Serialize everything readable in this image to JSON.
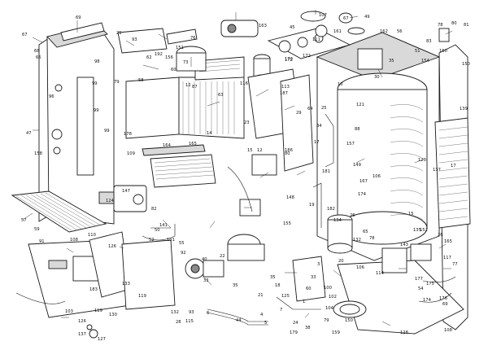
{
  "callouts": [
    "67",
    "68",
    "66",
    "69",
    "47",
    "158",
    "57",
    "59",
    "96",
    "99",
    "99",
    "99",
    "98",
    "79",
    "21",
    "93",
    "192",
    "76",
    "163",
    "45",
    "107",
    "67",
    "49",
    "78",
    "80",
    "81",
    "83",
    "56",
    "162",
    "161",
    "51",
    "160",
    "172",
    "58",
    "73",
    "12",
    "23",
    "116",
    "113",
    "111",
    "170",
    "172",
    "35",
    "154",
    "150",
    "151",
    "156",
    "60",
    "62",
    "87",
    "63",
    "178",
    "109",
    "164",
    "165",
    "14",
    "15",
    "12",
    "186",
    "187",
    "64",
    "25",
    "29",
    "34",
    "10",
    "30",
    "121",
    "120",
    "139",
    "137",
    "106",
    "88",
    "157",
    "17",
    "167",
    "174",
    "17",
    "80",
    "181",
    "149",
    "148",
    "19",
    "182",
    "26",
    "134",
    "132",
    "135",
    "65",
    "15",
    "152",
    "26",
    "78",
    "165",
    "143",
    "155",
    "141",
    "124",
    "147",
    "82",
    "50",
    "52",
    "101",
    "55",
    "92",
    "91",
    "108",
    "110",
    "126",
    "133",
    "183",
    "119",
    "130",
    "119",
    "103",
    "126",
    "127",
    "137",
    "132",
    "93",
    "115",
    "40",
    "22",
    "33",
    "35",
    "35",
    "18",
    "21",
    "125",
    "24",
    "33",
    "60",
    "100",
    "102",
    "104",
    "79",
    "20",
    "106",
    "114",
    "54",
    "176",
    "175",
    "174",
    "77",
    "117",
    "69",
    "179",
    "150",
    "159",
    "44",
    "28",
    "6",
    "4",
    "5",
    "7",
    "1",
    "3",
    "38",
    "177",
    "108",
    "128"
  ]
}
